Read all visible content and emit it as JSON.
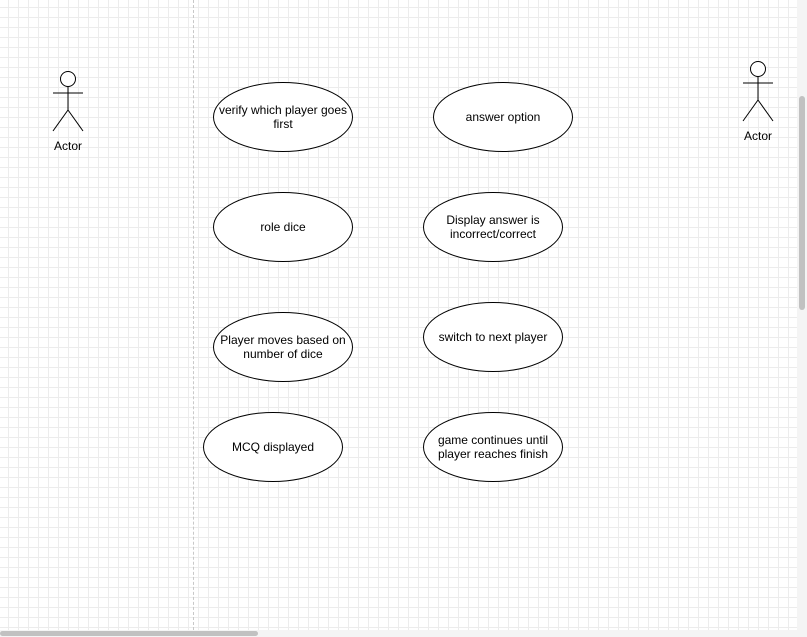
{
  "diagram": {
    "actors": [
      {
        "id": "actor-left",
        "label": "Actor"
      },
      {
        "id": "actor-right",
        "label": "Actor"
      }
    ],
    "use_cases": [
      {
        "id": "uc-1",
        "label": "verify which player goes first"
      },
      {
        "id": "uc-2",
        "label": "answer option"
      },
      {
        "id": "uc-3",
        "label": "role dice"
      },
      {
        "id": "uc-4",
        "label": "Display answer is incorrect/correct"
      },
      {
        "id": "uc-5",
        "label": "Player moves based on number of dice"
      },
      {
        "id": "uc-6",
        "label": "switch to next player"
      },
      {
        "id": "uc-7",
        "label": "MCQ displayed"
      },
      {
        "id": "uc-8",
        "label": "game continues until player reaches finish"
      }
    ]
  },
  "colors": {
    "canvas": "#ffffff",
    "grid": "#ececec",
    "stroke": "#000000",
    "scrollbar_thumb": "#c1c1c1"
  }
}
